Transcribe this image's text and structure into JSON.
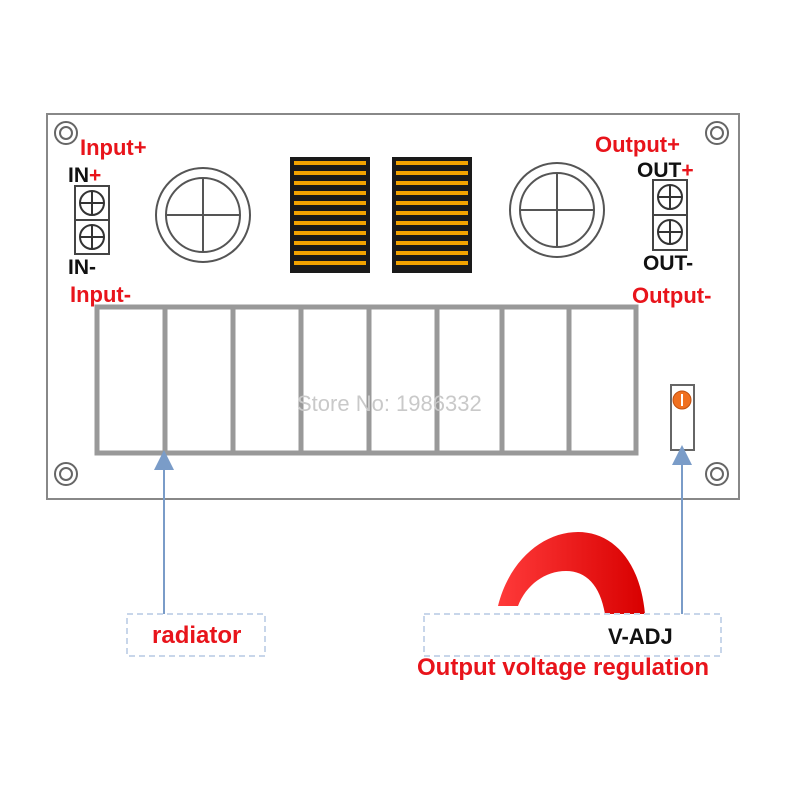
{
  "labels": {
    "input_plus": "Input+",
    "input_minus": "Input-",
    "output_plus": "Output+",
    "output_minus": "Output-",
    "in_plus": {
      "text": "IN",
      "sign": "+"
    },
    "in_minus": "IN-",
    "out_plus": {
      "text": "OUT",
      "sign": "+"
    },
    "out_minus": "OUT-",
    "watermark": "Store No: 1986332",
    "radiator": "radiator",
    "vadj": "V-ADJ",
    "regulation": "Output voltage regulation"
  },
  "colors": {
    "label_red": "#e8141b",
    "arrow_blue": "#7a9cc8",
    "board_outline": "#999999",
    "inductor_copper": "#f2a300",
    "pot_orange": "#f07020"
  }
}
